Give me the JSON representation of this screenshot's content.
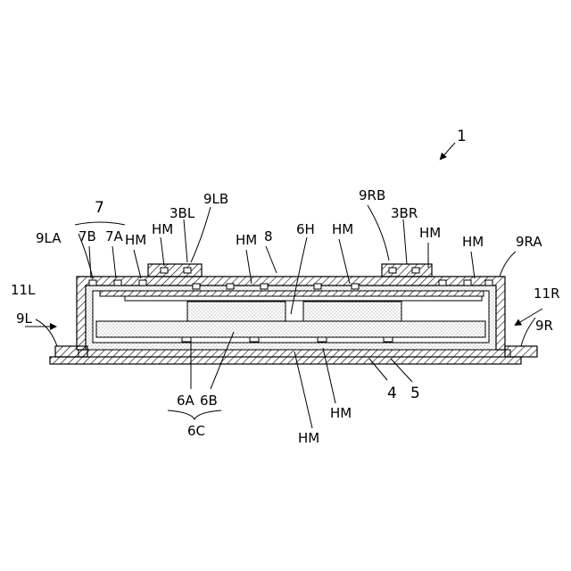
{
  "labels": {
    "ref_1": "1",
    "ref_7": "7",
    "ref_9LB": "9LB",
    "ref_9RB": "9RB",
    "ref_3BL": "3BL",
    "ref_3BR": "3BR",
    "ref_9LA": "9LA",
    "ref_7B": "7B",
    "ref_7A": "7A",
    "ref_HM_a": "HM",
    "ref_HM_b": "HM",
    "ref_HM_c": "HM",
    "ref_8": "8",
    "ref_6H": "6H",
    "ref_HM_d": "HM",
    "ref_HM_e": "HM",
    "ref_HM_f": "HM",
    "ref_9RA": "9RA",
    "ref_11L": "11L",
    "ref_9L": "9L",
    "ref_11R": "11R",
    "ref_9R": "9R",
    "ref_6A": "6A",
    "ref_6B": "6B",
    "ref_6C": "6C",
    "ref_4": "4",
    "ref_5": "5",
    "ref_HM_g": "HM",
    "ref_HM_h": "HM"
  }
}
